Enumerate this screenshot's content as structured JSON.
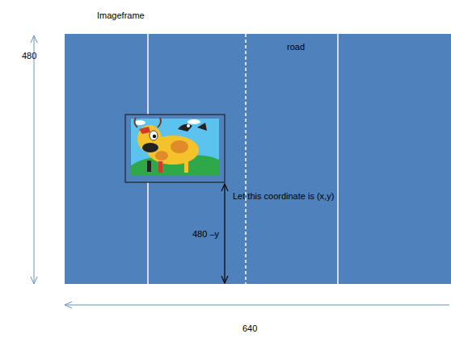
{
  "diagram": {
    "nodes": [
      {
        "text": [
          "road"
        ]
      }
    ],
    "labels": [
      "Imageframe",
      "480",
      "Let this coordinate is (x,y)",
      "480 –y",
      "640"
    ]
  }
}
